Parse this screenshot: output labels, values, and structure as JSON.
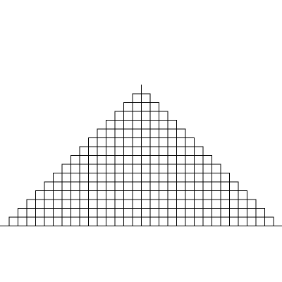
{
  "diagram": {
    "type": "square-block-pyramid",
    "row_block_counts": [
      30,
      28,
      26,
      24,
      22,
      20,
      18,
      16,
      14,
      12,
      10,
      8,
      6,
      4,
      2
    ],
    "stroke_color": "#000000",
    "background_color": "#ffffff",
    "has_ground_line": true,
    "has_apex_tick": true
  }
}
